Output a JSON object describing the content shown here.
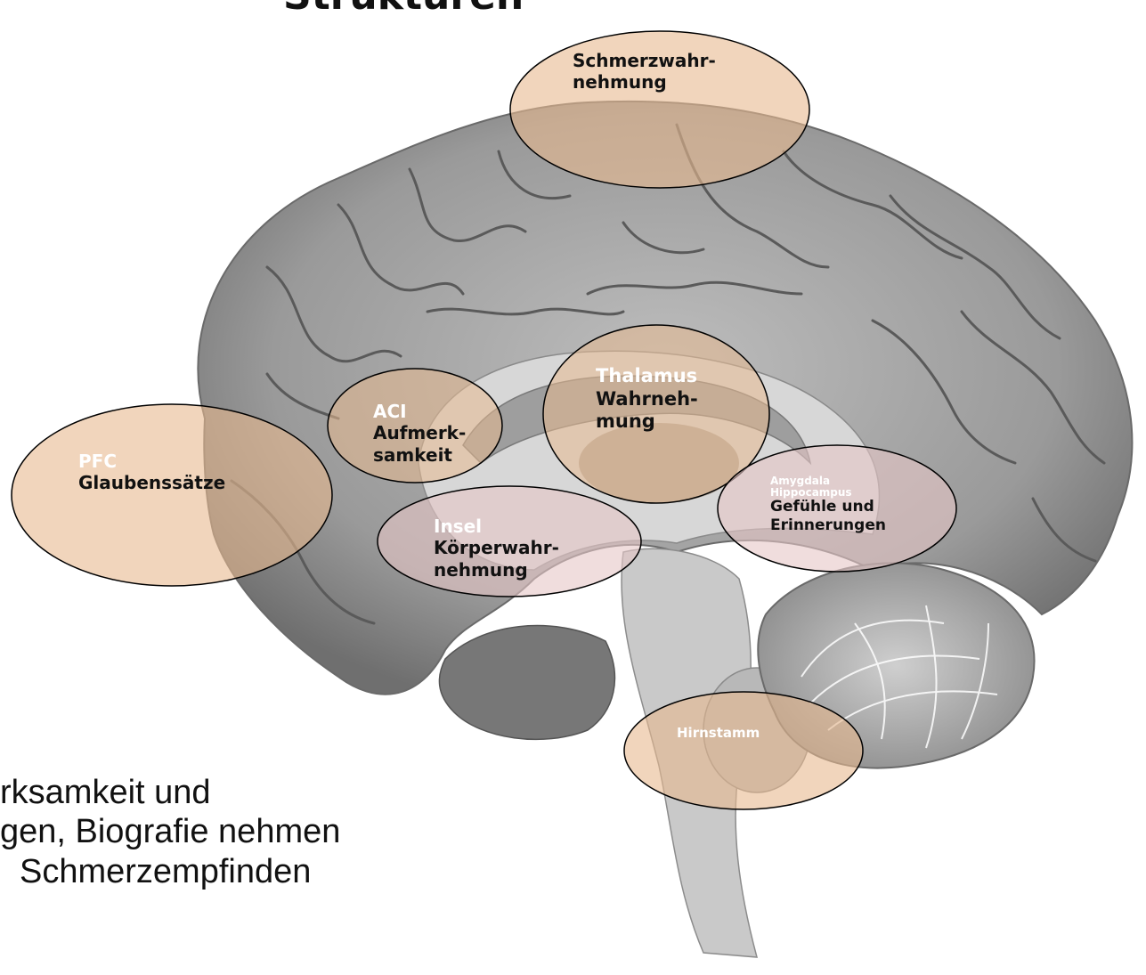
{
  "title": "Strukturen",
  "regions": {
    "pain": {
      "line1": "Schmerzwahr-",
      "line2": "nehmung"
    },
    "pfc": {
      "name": "PFC",
      "desc": "Glaubenssätze"
    },
    "aci": {
      "name": "ACI",
      "line1": "Aufmerk-",
      "line2": "samkeit"
    },
    "thalamus": {
      "name": "Thalamus",
      "line1": "Wahrneh-",
      "line2": "mung"
    },
    "amygdala": {
      "name1": "Amygdala",
      "name2": "Hippocampus",
      "line1": "Gefühle und",
      "line2": "Erinnerungen"
    },
    "insel": {
      "name": "Insel",
      "line1": "Körperwahr-",
      "line2": "nehmung"
    },
    "hirnstamm": {
      "name": "Hirnstamm"
    }
  },
  "bottom_text": {
    "line1": "rksamkeit und",
    "line2": "gen, Biografie nehmen",
    "line3": "Schmerzempfinden"
  },
  "colors": {
    "ellipse_fill": "#e8b98f",
    "ellipse_fill_pink": "#e6c7c7",
    "brain_gray": "#9b9b9b",
    "outline": "#000000"
  }
}
